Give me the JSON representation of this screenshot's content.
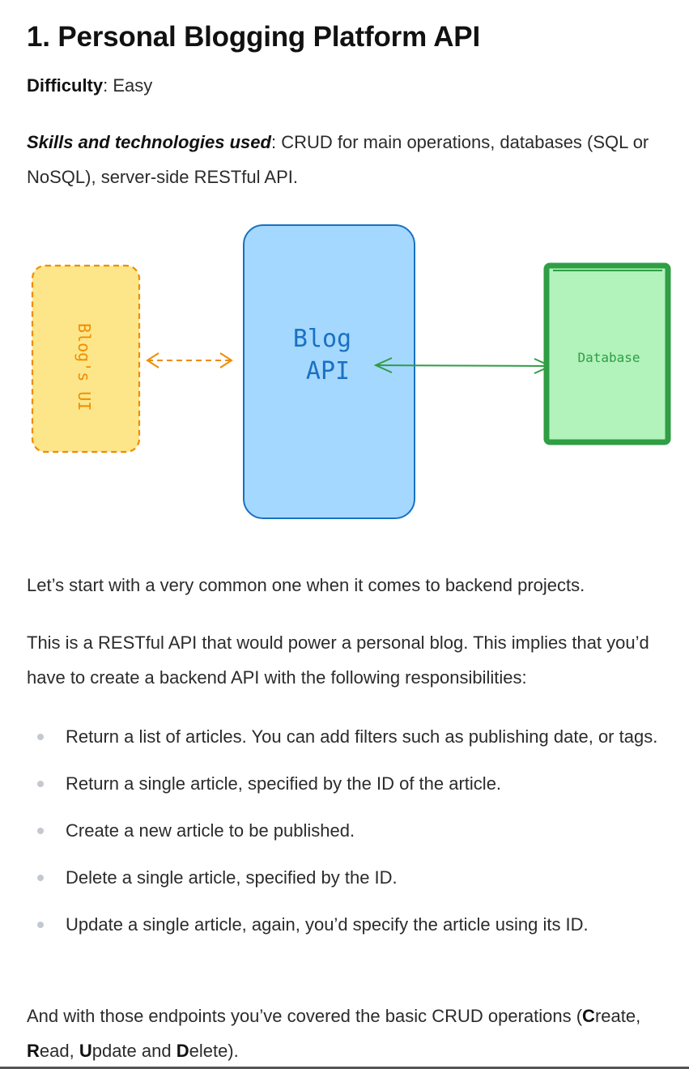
{
  "title": "1. Personal Blogging Platform API",
  "difficulty": {
    "label": "Difficulty",
    "value": "Easy"
  },
  "skills": {
    "label": "Skills and technologies used",
    "value": "CRUD for main operations, databases (SQL or NoSQL), server-side RESTful API."
  },
  "diagram": {
    "ui_label": "Blog's UI",
    "api_line1": "Blog",
    "api_line2": "API",
    "db_label": "Database",
    "colors": {
      "ui_fill": "#fde68a",
      "ui_stroke": "#f08c00",
      "api_fill": "#a5d8ff",
      "api_stroke": "#1971c2",
      "db_fill": "#b2f2bb",
      "db_stroke": "#2f9e44"
    }
  },
  "intro1": "Let’s start with a very common one when it comes to backend projects.",
  "intro2": "This is a RESTful API that would power a personal blog. This implies that you’d have to create a backend API with the following responsibilities:",
  "bullets": [
    "Return a list of articles. You can add filters such as publishing date, or tags.",
    "Return a single article, specified by the ID of the article.",
    "Create a new article to be published.",
    "Delete a single article, specified by the ID.",
    "Update a single article, again, you’d specify the article using its ID."
  ],
  "outro": {
    "text": "And with those endpoints you’ve covered the basic CRUD operations (",
    "c_bold": "C",
    "c_rest": "reate, ",
    "r_bold": "R",
    "r_rest": "ead, ",
    "u_bold": "U",
    "u_rest": "pdate and ",
    "d_bold": "D",
    "d_rest": "elete)."
  }
}
